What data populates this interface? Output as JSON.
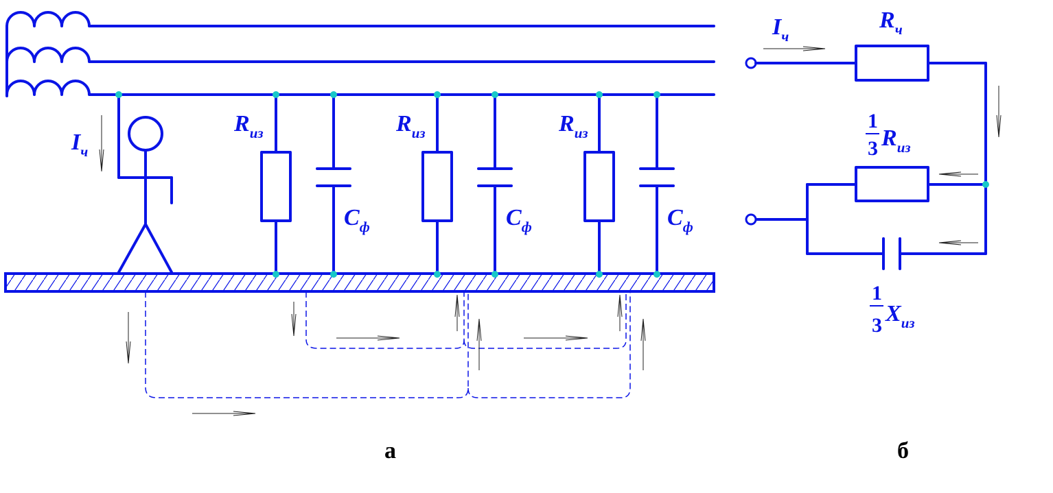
{
  "figure": {
    "caption_a": "а",
    "caption_b": "б",
    "colors": {
      "wire": "#0a14e6",
      "node": "#18c8c8",
      "arrow": "#222222"
    },
    "labels_a": {
      "current": {
        "main": "I",
        "sub": "ч"
      },
      "resistors": [
        {
          "main": "R",
          "sub": "из"
        },
        {
          "main": "R",
          "sub": "из"
        },
        {
          "main": "R",
          "sub": "из"
        }
      ],
      "capacitors": [
        {
          "main": "C",
          "sub": "ф"
        },
        {
          "main": "C",
          "sub": "ф"
        },
        {
          "main": "C",
          "sub": "ф"
        }
      ]
    },
    "labels_b": {
      "current": {
        "main": "I",
        "sub": "ч"
      },
      "body_resistor": {
        "main": "R",
        "sub": "ч"
      },
      "insulation_resistor": {
        "num": "1",
        "den": "3",
        "main": "R",
        "sub": "из"
      },
      "insulation_reactance": {
        "num": "1",
        "den": "3",
        "main": "X",
        "sub": "из"
      }
    }
  }
}
